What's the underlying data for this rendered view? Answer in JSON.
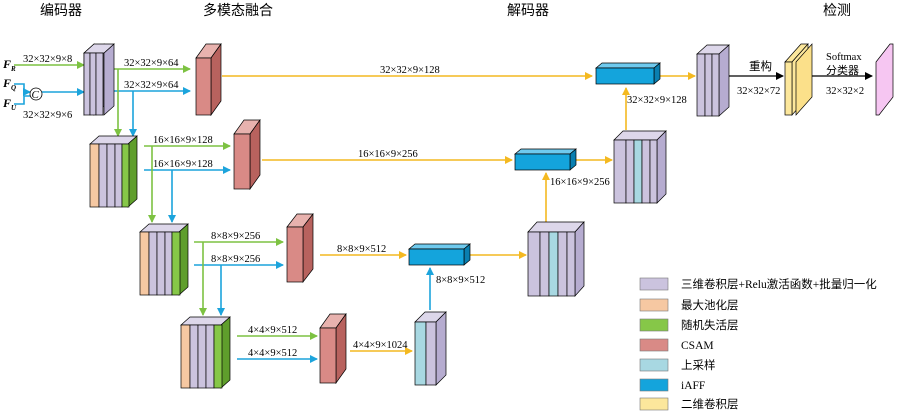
{
  "sections": {
    "encoder": "编码器",
    "fusion": "多模态融合",
    "decoder": "解码器",
    "detection": "检测"
  },
  "inputs": {
    "fr": "F",
    "fr_sub": "R",
    "fq": "F",
    "fq_sub": "Q",
    "fu": "F",
    "fu_sub": "U",
    "concat": "C"
  },
  "labels": {
    "in_r": "32×32×9×8",
    "in_u": "32×32×9×6",
    "e1_g": "32×32×9×64",
    "e1_b": "32×32×9×64",
    "e2_g": "16×16×9×128",
    "e2_b": "16×16×9×128",
    "e3_g": "8×8×9×256",
    "e3_b": "8×8×9×256",
    "e4_g": "4×4×9×512",
    "e4_b": "4×4×9×512",
    "skip1": "32×32×9×128",
    "skip2": "16×16×9×256",
    "skip3": "8×8×9×512",
    "csam4": "4×4×9×1024",
    "up3": "8×8×9×512",
    "up2": "16×16×9×256",
    "up1": "32×32×9×128",
    "reshape": "重构",
    "reshape_dim": "32×32×72",
    "softmax": "Softmax",
    "classifier": "分类器",
    "out_dim": "32×32×2"
  },
  "legend": [
    {
      "label": "三维卷积层+Relu激活函数+批量归一化",
      "color": "#cbc3de"
    },
    {
      "label": "最大池化层",
      "color": "#f6c8a2"
    },
    {
      "label": "随机失活层",
      "color": "#86c748"
    },
    {
      "label": "CSAM",
      "color": "#d98a86"
    },
    {
      "label": "上采样",
      "color": "#a8d8e2"
    },
    {
      "label": "iAFF",
      "color": "#14a4dc"
    },
    {
      "label": "二维卷积层",
      "color": "#fce79c"
    }
  ],
  "colors": {
    "green": "#7dc242",
    "blue": "#1ca4dc",
    "orange": "#f4b920",
    "conv": "#cbc3de",
    "pool": "#f6c8a2",
    "drop": "#86c748",
    "csam": "#d98a86",
    "up": "#a8d8e2",
    "iaff": "#14a4dc",
    "conv2d": "#fce79c",
    "out": "#f6c6f2"
  }
}
